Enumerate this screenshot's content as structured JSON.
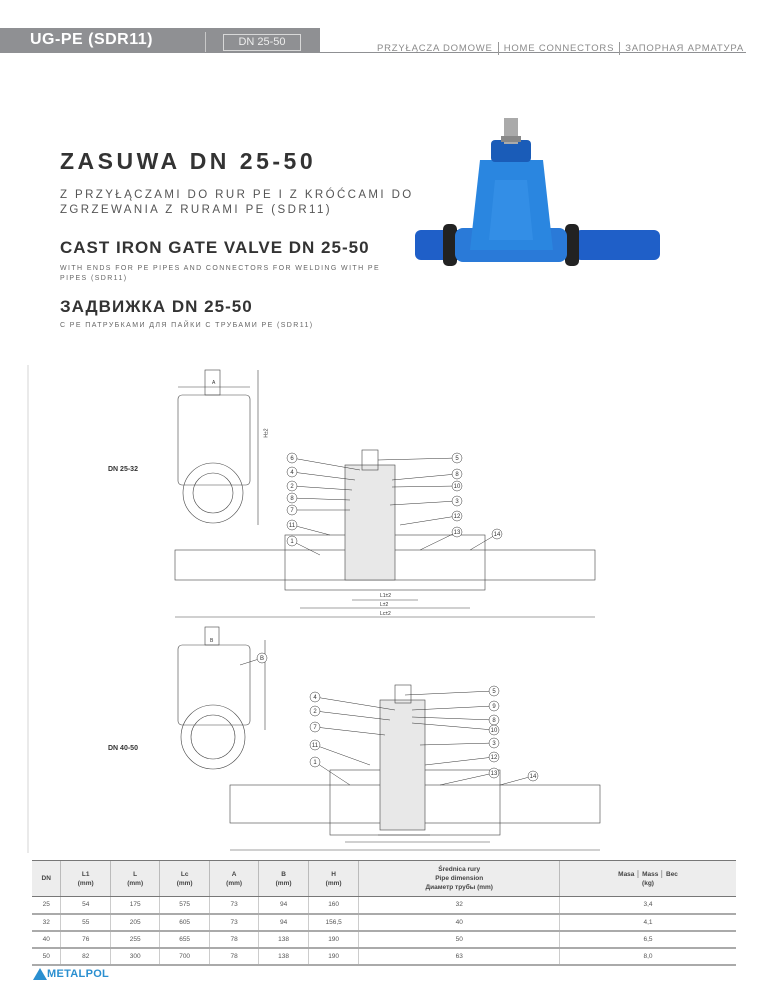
{
  "header": {
    "product": "UG-PE (SDR11)",
    "dn_range": "DN 25-50",
    "categories": [
      "PRZYŁĄCZA DOMOWE",
      "HOME CONNECTORS",
      "ЗАПОРНАЯ АРМАТУРА"
    ]
  },
  "titles": {
    "pl_title": "ZASUWA DN 25-50",
    "pl_sub": "Z PRZYŁĄCZAMI DO RUR PE I Z KRÓĆCAMI DO ZGRZEWANIA Z RURAMI PE (SDR11)",
    "en_title": "CAST IRON GATE VALVE DN 25-50",
    "en_sub": "WITH ENDS FOR PE PIPES AND CONNECTORS FOR WELDING WITH PE PIPES (SDR11)",
    "ru_title": "ЗАДВИЖКА DN 25-50",
    "ru_sub": "С PE ПАТРУБКАМИ ДЛЯ ПАЙКИ С ТРУБАМИ PE (SDR11)"
  },
  "drawings": {
    "top_label": "DN 25-32",
    "bottom_label": "DN 40-50",
    "dim_l1": "L1±2",
    "dim_l": "L±2",
    "dim_lc": "Lc±2",
    "dim_a": "A",
    "dim_b": "B",
    "dim_h": "H±2"
  },
  "table": {
    "headers": [
      [
        "DN",
        ""
      ],
      [
        "L1",
        "(mm)"
      ],
      [
        "L",
        "(mm)"
      ],
      [
        "Lc",
        "(mm)"
      ],
      [
        "A",
        "(mm)"
      ],
      [
        "B",
        "(mm)"
      ],
      [
        "H",
        "(mm)"
      ],
      [
        "Średnica rury",
        "Pipe dimension",
        "Диаметр трубы (mm)"
      ],
      [
        "Masa │ Mass │ Вес",
        "(kg)"
      ]
    ],
    "rows": [
      [
        "25",
        "54",
        "175",
        "575",
        "73",
        "94",
        "160",
        "32",
        "3,4"
      ],
      [
        "32",
        "55",
        "205",
        "605",
        "73",
        "94",
        "156,5",
        "40",
        "4,1"
      ],
      [
        "40",
        "76",
        "255",
        "655",
        "78",
        "138",
        "190",
        "50",
        "6,5"
      ],
      [
        "50",
        "82",
        "300",
        "700",
        "78",
        "138",
        "190",
        "63",
        "8,0"
      ]
    ]
  },
  "footer": {
    "logo": "METALPOL"
  },
  "colors": {
    "header_gray": "#8f9093",
    "valve_blue": "#1f6fd1",
    "logo_blue": "#2a8fd0"
  }
}
